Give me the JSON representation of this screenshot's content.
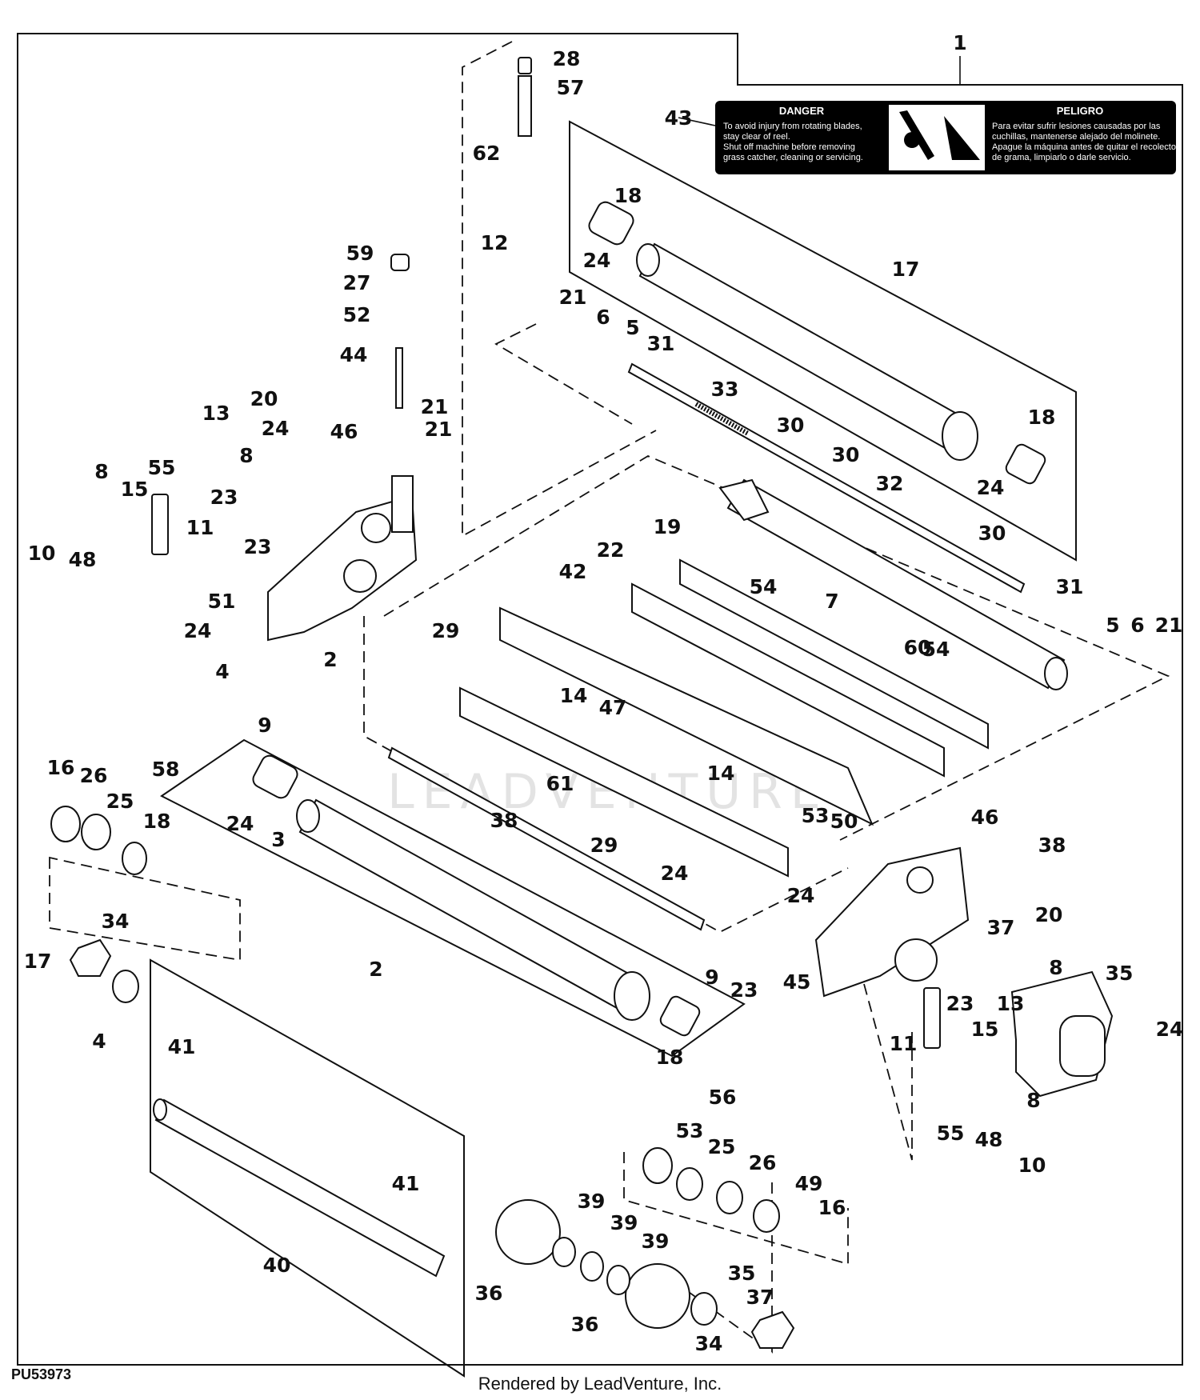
{
  "figure_id": "PU53973",
  "credit": "Rendered by LeadVenture, Inc.",
  "watermark": "LEADVENTURE",
  "decal": {
    "danger_title": "DANGER",
    "danger_text": [
      "To avoid injury from rotating blades,",
      "stay clear of reel.",
      "Shut off machine before removing",
      "grass catcher, cleaning or servicing."
    ],
    "peligro_title": "PELIGRO",
    "peligro_text": [
      "Para evitar sufrir lesiones causadas por las",
      "cuchillas, mantenerse alejado del molinete.",
      "Apague la máquina antes de quitar el recolector",
      "de grama, limpiarlo o darle servicio."
    ]
  },
  "callouts": [
    "1",
    "28",
    "57",
    "43",
    "62",
    "18",
    "12",
    "59",
    "17",
    "24",
    "27",
    "52",
    "21",
    "6",
    "5",
    "31",
    "44",
    "33",
    "18",
    "20",
    "13",
    "21",
    "30",
    "21",
    "30",
    "24",
    "46",
    "8",
    "24",
    "8",
    "55",
    "15",
    "23",
    "32",
    "19",
    "11",
    "23",
    "10",
    "48",
    "30",
    "42",
    "22",
    "54",
    "7",
    "31",
    "5",
    "6",
    "21",
    "29",
    "24",
    "51",
    "60",
    "54",
    "14",
    "2",
    "4",
    "9",
    "47",
    "58",
    "16",
    "26",
    "25",
    "14",
    "61",
    "38",
    "53",
    "18",
    "24",
    "3",
    "29",
    "50",
    "46",
    "38",
    "24",
    "24",
    "20",
    "37",
    "8",
    "34",
    "17",
    "2",
    "9",
    "45",
    "35",
    "4",
    "23",
    "23",
    "13",
    "24",
    "11",
    "15",
    "41",
    "18",
    "56",
    "8",
    "55",
    "48",
    "10",
    "53",
    "25",
    "26",
    "49",
    "41",
    "16",
    "39",
    "40",
    "39",
    "39",
    "36",
    "35",
    "37",
    "36",
    "34"
  ]
}
